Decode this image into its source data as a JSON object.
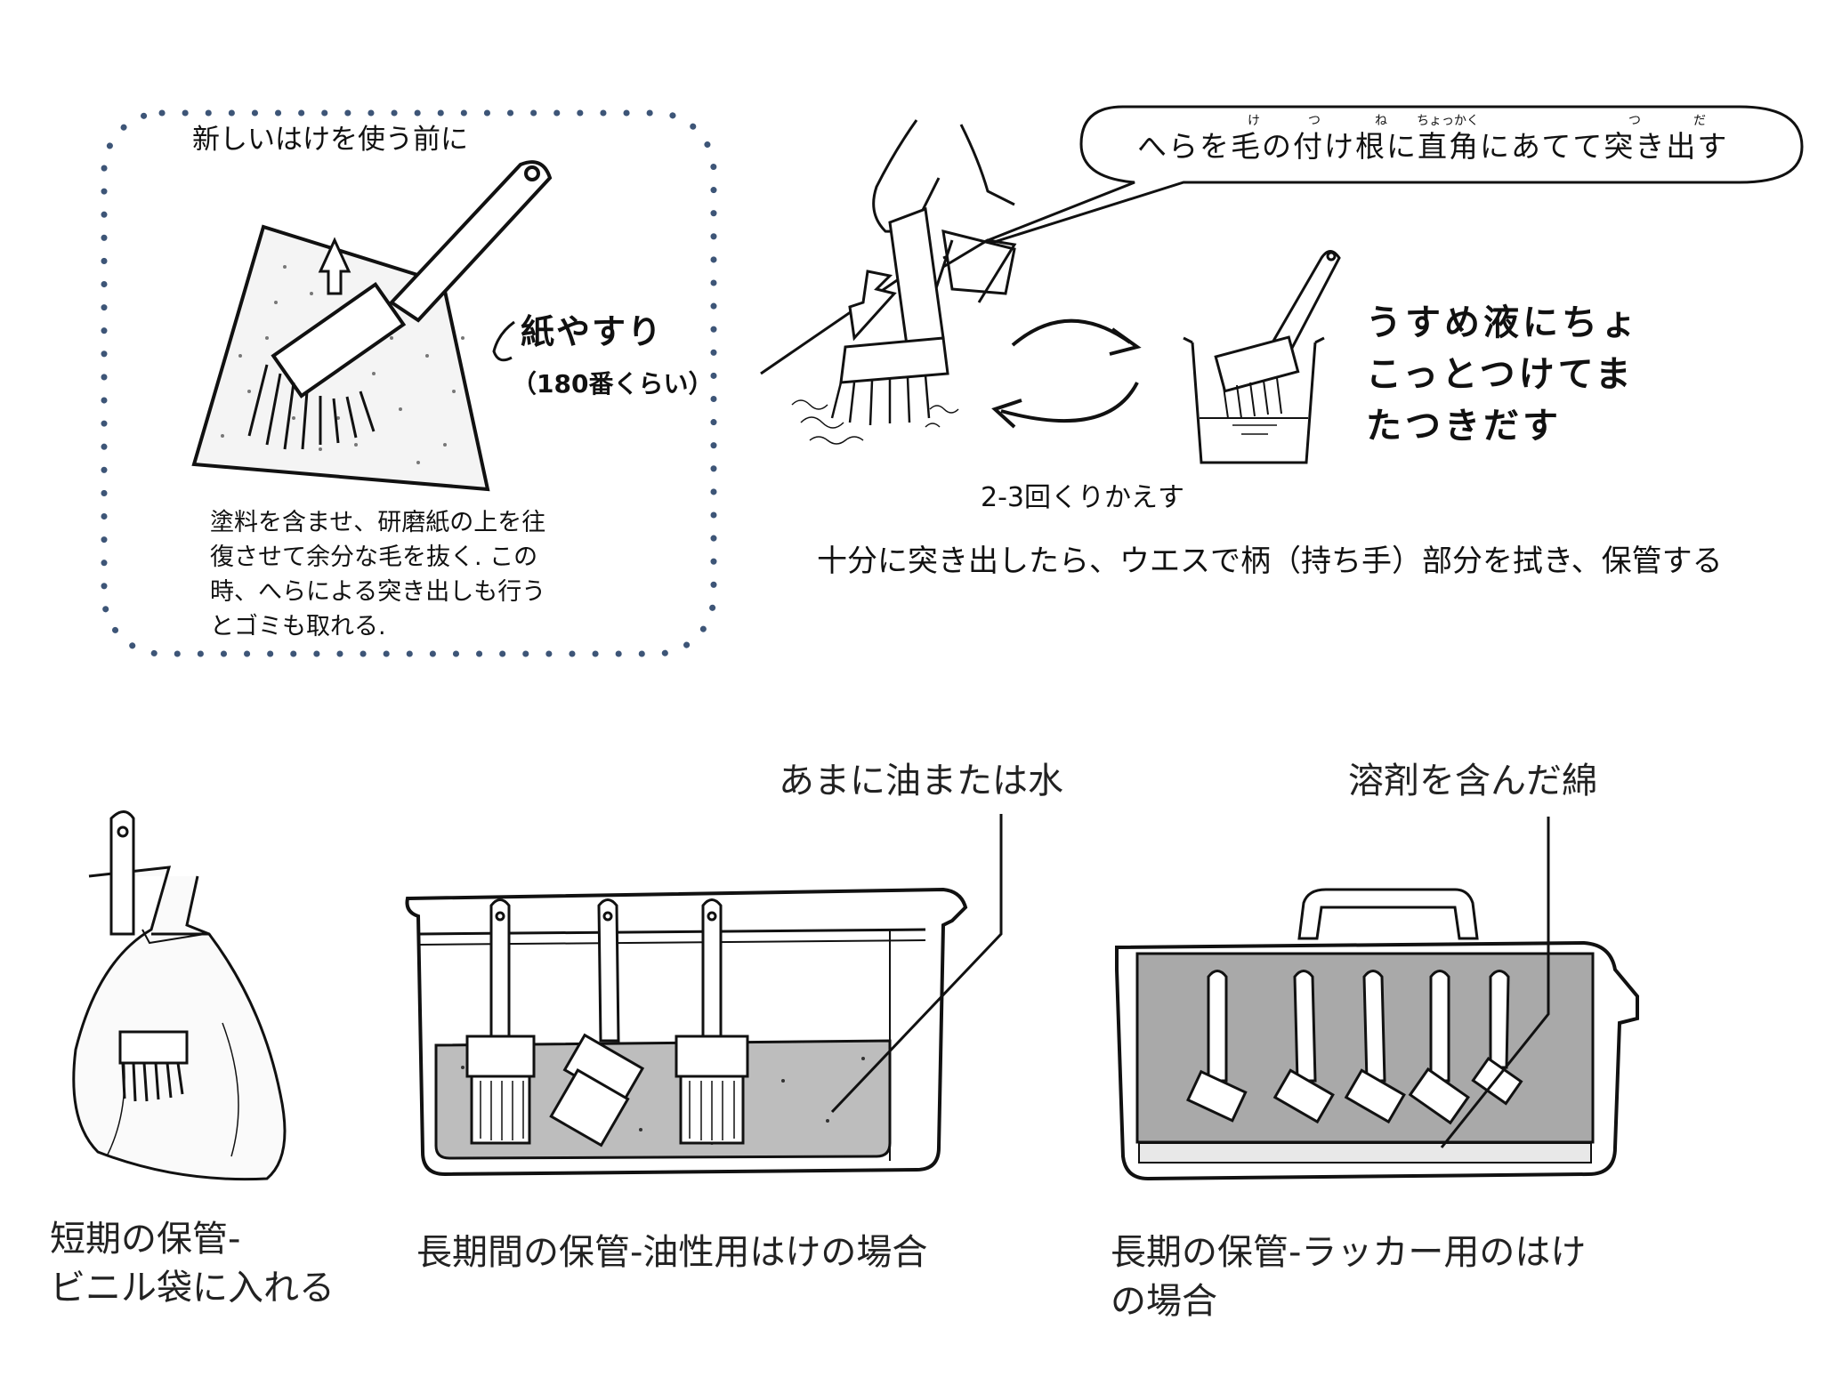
{
  "panel_new_brush": {
    "title": "新しいはけを使う前に",
    "paper_label": "紙やすり",
    "grit_label": "（180番くらい）",
    "note": "塗料を含ませ、研磨紙の上を往復させて余分な毛を抜く. この時、へらによる突き出しも行うとゴミも取れる."
  },
  "panel_cleaning": {
    "callout": "へらを毛の付け根に直角にあてて突き出す",
    "ruby": [
      "け",
      "つ",
      "ね",
      "ちょっかく",
      "つ",
      "だ"
    ],
    "dip_text": "うすめ液にちょこっとつけてまたつきだす",
    "repeat_label": "2-3回くりかえす",
    "storage_note": "十分に突き出したら、ウエスで柄（持ち手）部分を拭き、保管する"
  },
  "panel_storage": {
    "oil_water_label": "あまに油または水",
    "solvent_label": "溶剤を含んだ綿",
    "short_term": [
      "短期の保管-",
      "ビニル袋に入れる"
    ],
    "long_oil": "長期間の保管-油性用はけの場合",
    "long_lacquer": [
      "長期の保管-ラッカー用のはけ",
      "の場合"
    ]
  },
  "colors": {
    "dotted_border": "#3d5577",
    "line": "#111111",
    "liquid_fill": "#bdbdbd",
    "solvent_fill": "#a9a9a9"
  }
}
